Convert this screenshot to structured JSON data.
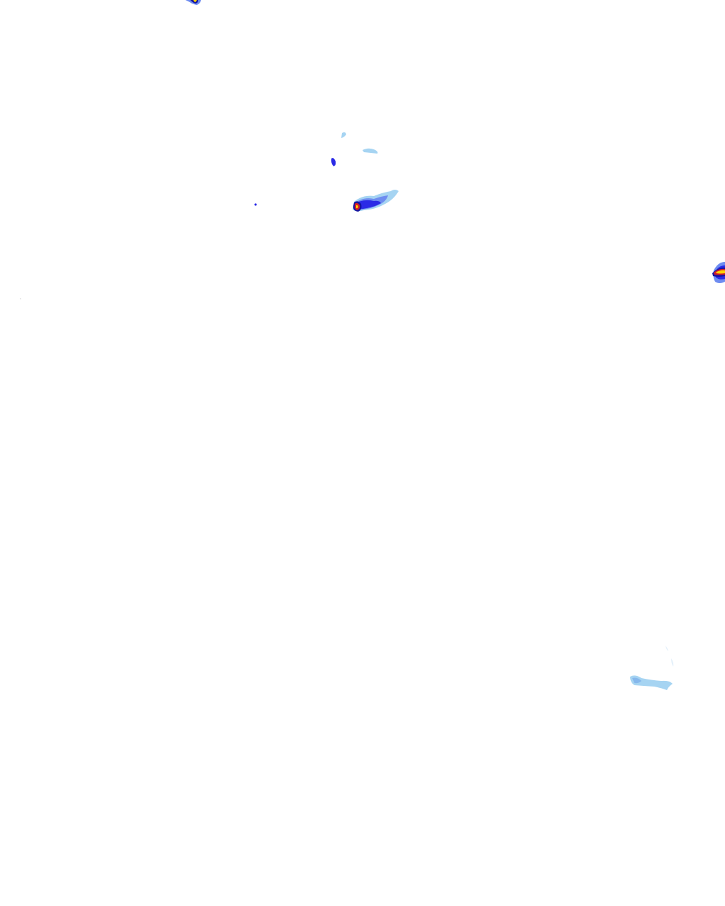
{
  "map": {
    "background_color": "#ffffff",
    "layer": "precipitation-radar",
    "intensity_colors": {
      "very_light": "#a6d4f2",
      "light": "#6e8cf0",
      "moderate": "#2a2ae6",
      "heavy": "#1414a0",
      "very_heavy": "#d21e28",
      "extreme": "#ffd200"
    },
    "echoes": [
      "echo-top-left-edge",
      "echo-north-small-1",
      "echo-north-small-2",
      "echo-north-small-3",
      "echo-central-cell",
      "echo-east-edge",
      "echo-west-speck",
      "echo-southeast-light"
    ]
  }
}
